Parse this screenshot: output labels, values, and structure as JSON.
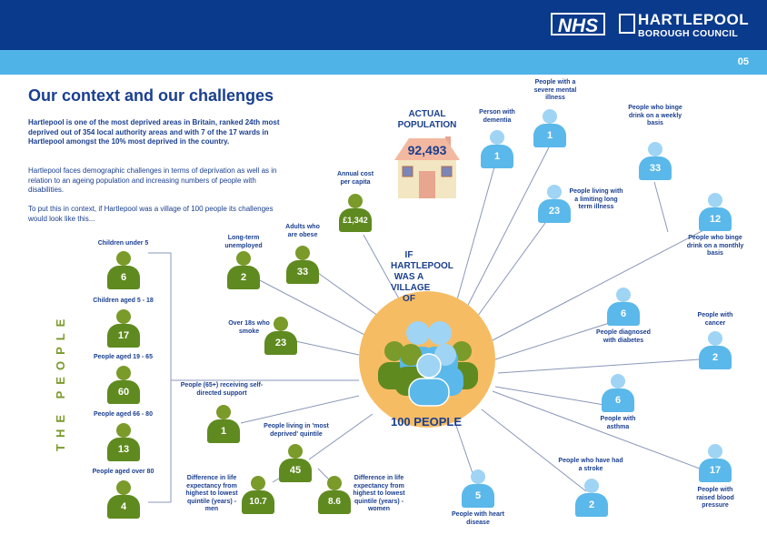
{
  "header": {
    "nhs_logo": "NHS",
    "council_line1": "HARTLEPOOL",
    "council_line2": "BOROUGH COUNCIL",
    "page_number": "05"
  },
  "title": "Our context and our challenges",
  "intro": {
    "p1": "Hartlepool is one of the most deprived areas in Britain, ranked 24th most deprived out of 354 local authority areas and with 7 of the 17 wards in Hartlepool amongst the 10% most deprived in the country.",
    "p2": "Hartlepool faces demographic challenges in terms of deprivation as well as in relation to an ageing population and increasing numbers of people with disabilities.",
    "p3": "To put this in context, if Hartlepool was a village of 100 people its challenges would look like this..."
  },
  "people_label": "THE PEOPLE",
  "actual_population": {
    "label": "ACTUAL POPULATION",
    "value": "92,493"
  },
  "center": {
    "village_text": "IF HARTLEPOOL WAS A VILLAGE OF",
    "hundred": "100 PEOPLE"
  },
  "age_groups": [
    {
      "label": "Children under 5",
      "value": "6"
    },
    {
      "label": "Children aged 5 - 18",
      "value": "17"
    },
    {
      "label": "People aged 19 - 65",
      "value": "60"
    },
    {
      "label": "People aged 66 - 80",
      "value": "13"
    },
    {
      "label": "People aged over 80",
      "value": "4"
    }
  ],
  "green_items": [
    {
      "label": "Annual cost per capita",
      "value": "£1,342"
    },
    {
      "label": "Adults who are obese",
      "value": "33"
    },
    {
      "label": "Long-term unemployed",
      "value": "2"
    },
    {
      "label": "Over 18s who smoke",
      "value": "23"
    },
    {
      "label": "People (65+) receiving self-directed support",
      "value": "1"
    },
    {
      "label": "People living in 'most deprived' quintile",
      "value": "45"
    },
    {
      "label": "Difference in life expectancy from highest to lowest quintile (years) - men",
      "value": "10.7"
    },
    {
      "label": "Difference in life expectancy from highest to lowest quintile (years) - women",
      "value": "8.6"
    }
  ],
  "blue_items": [
    {
      "label": "Person with dementia",
      "value": "1"
    },
    {
      "label": "People with a severe mental illness",
      "value": "1"
    },
    {
      "label": "People who binge drink on a weekly basis",
      "value": "33"
    },
    {
      "label": "People living with a limiting long term illness",
      "value": "23"
    },
    {
      "label": "People who binge drink on a monthly basis",
      "value": "12"
    },
    {
      "label": "People diagnosed with diabetes",
      "value": "6"
    },
    {
      "label": "People with cancer",
      "value": "2"
    },
    {
      "label": "People with asthma",
      "value": "6"
    },
    {
      "label": "People who have had a stroke",
      "value": "2"
    },
    {
      "label": "People with raised blood pressure",
      "value": "17"
    },
    {
      "label": "People with heart disease",
      "value": "5"
    }
  ],
  "colors": {
    "navy": "#0a3a8c",
    "sky": "#4fb3e8",
    "green": "#5f8a20",
    "blue": "#5bb8ea",
    "orange": "#f6bc63"
  }
}
